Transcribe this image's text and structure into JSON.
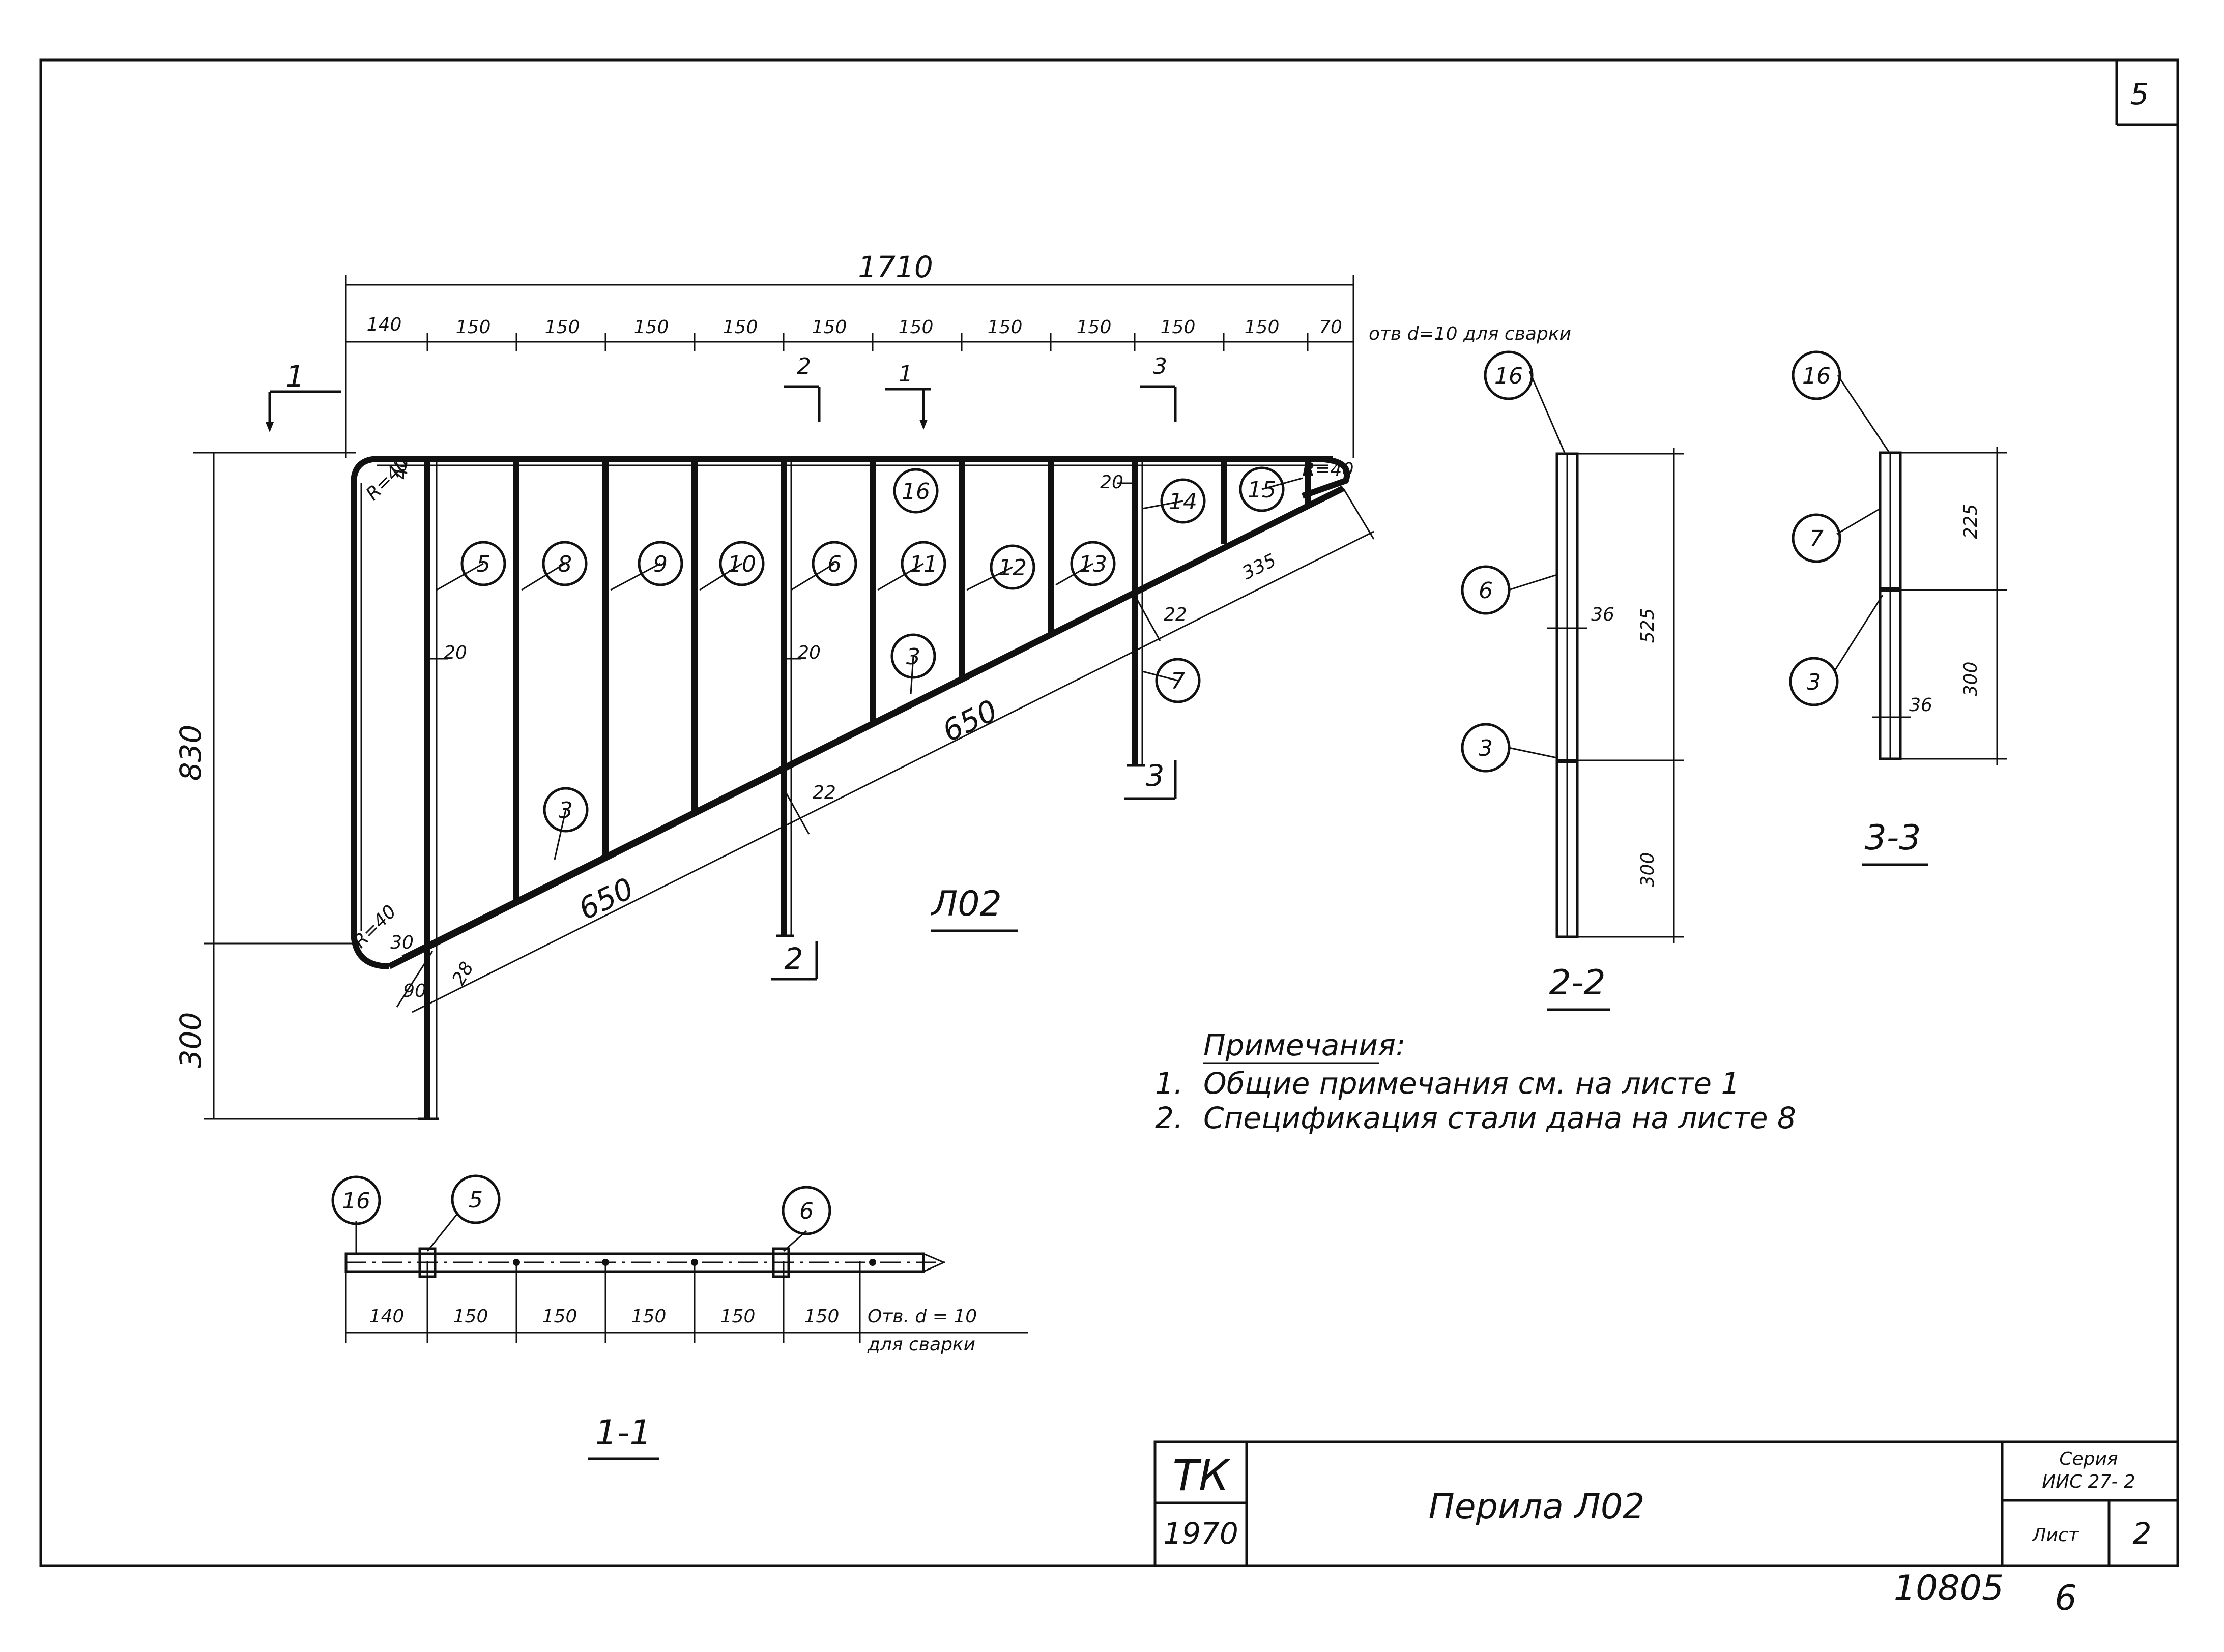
{
  "sheet_number": "5",
  "bottom_codes": {
    "code": "10805",
    "page": "6"
  },
  "main_view": {
    "overall_width": "1710",
    "spacings": [
      "140",
      "150",
      "150",
      "150",
      "150",
      "150",
      "150",
      "150",
      "150",
      "150",
      "150",
      "70"
    ],
    "hole_note": "отв d=10 для сварки",
    "label": "Л02",
    "height_830": "830",
    "height_300": "300",
    "dim_20": "20",
    "dim_22": "22",
    "dim_650": "650",
    "dim_335": "335",
    "r40": "R=40",
    "dim_40": "40",
    "dim_90": "90",
    "dim_30": "30",
    "dim_28": "28",
    "dim_r_end": "R=40",
    "section_cut_1": "1",
    "section_cut_2": "2",
    "section_cut_3": "3"
  },
  "markers": [
    "3",
    "5",
    "6",
    "7",
    "8",
    "9",
    "10",
    "11",
    "12",
    "13",
    "14",
    "15",
    "16"
  ],
  "section_2_2": {
    "title": "2-2",
    "dim_525": "525",
    "dim_300": "300",
    "dim_36": "36",
    "marker_top": "16",
    "marker_mid": "6",
    "marker_low": "3"
  },
  "section_3_3": {
    "title": "3-3",
    "dim_225": "225",
    "dim_300": "300",
    "dim_36": "36",
    "marker_top": "16",
    "marker_mid": "7",
    "marker_low": "3"
  },
  "section_1_1": {
    "title": "1-1",
    "spacings": [
      "140",
      "150",
      "150",
      "150",
      "150",
      "150"
    ],
    "hole_note_line1": "Отв. d = 10",
    "hole_note_line2": "для сварки",
    "marker_a": "16",
    "marker_b": "5",
    "marker_c": "6"
  },
  "notes": {
    "heading": "Примечания:",
    "items": [
      {
        "num": "1.",
        "text": "Общие примечания см. на листе 1"
      },
      {
        "num": "2.",
        "text": "Спецификация стали дана на листе 8"
      }
    ]
  },
  "title_block": {
    "org": "ТК",
    "year": "1970",
    "title": "Перила Л02",
    "series_label": "Серия",
    "series_value": "ИИС 27- 2",
    "sheet_label": "Лист",
    "sheet_value": "2"
  }
}
